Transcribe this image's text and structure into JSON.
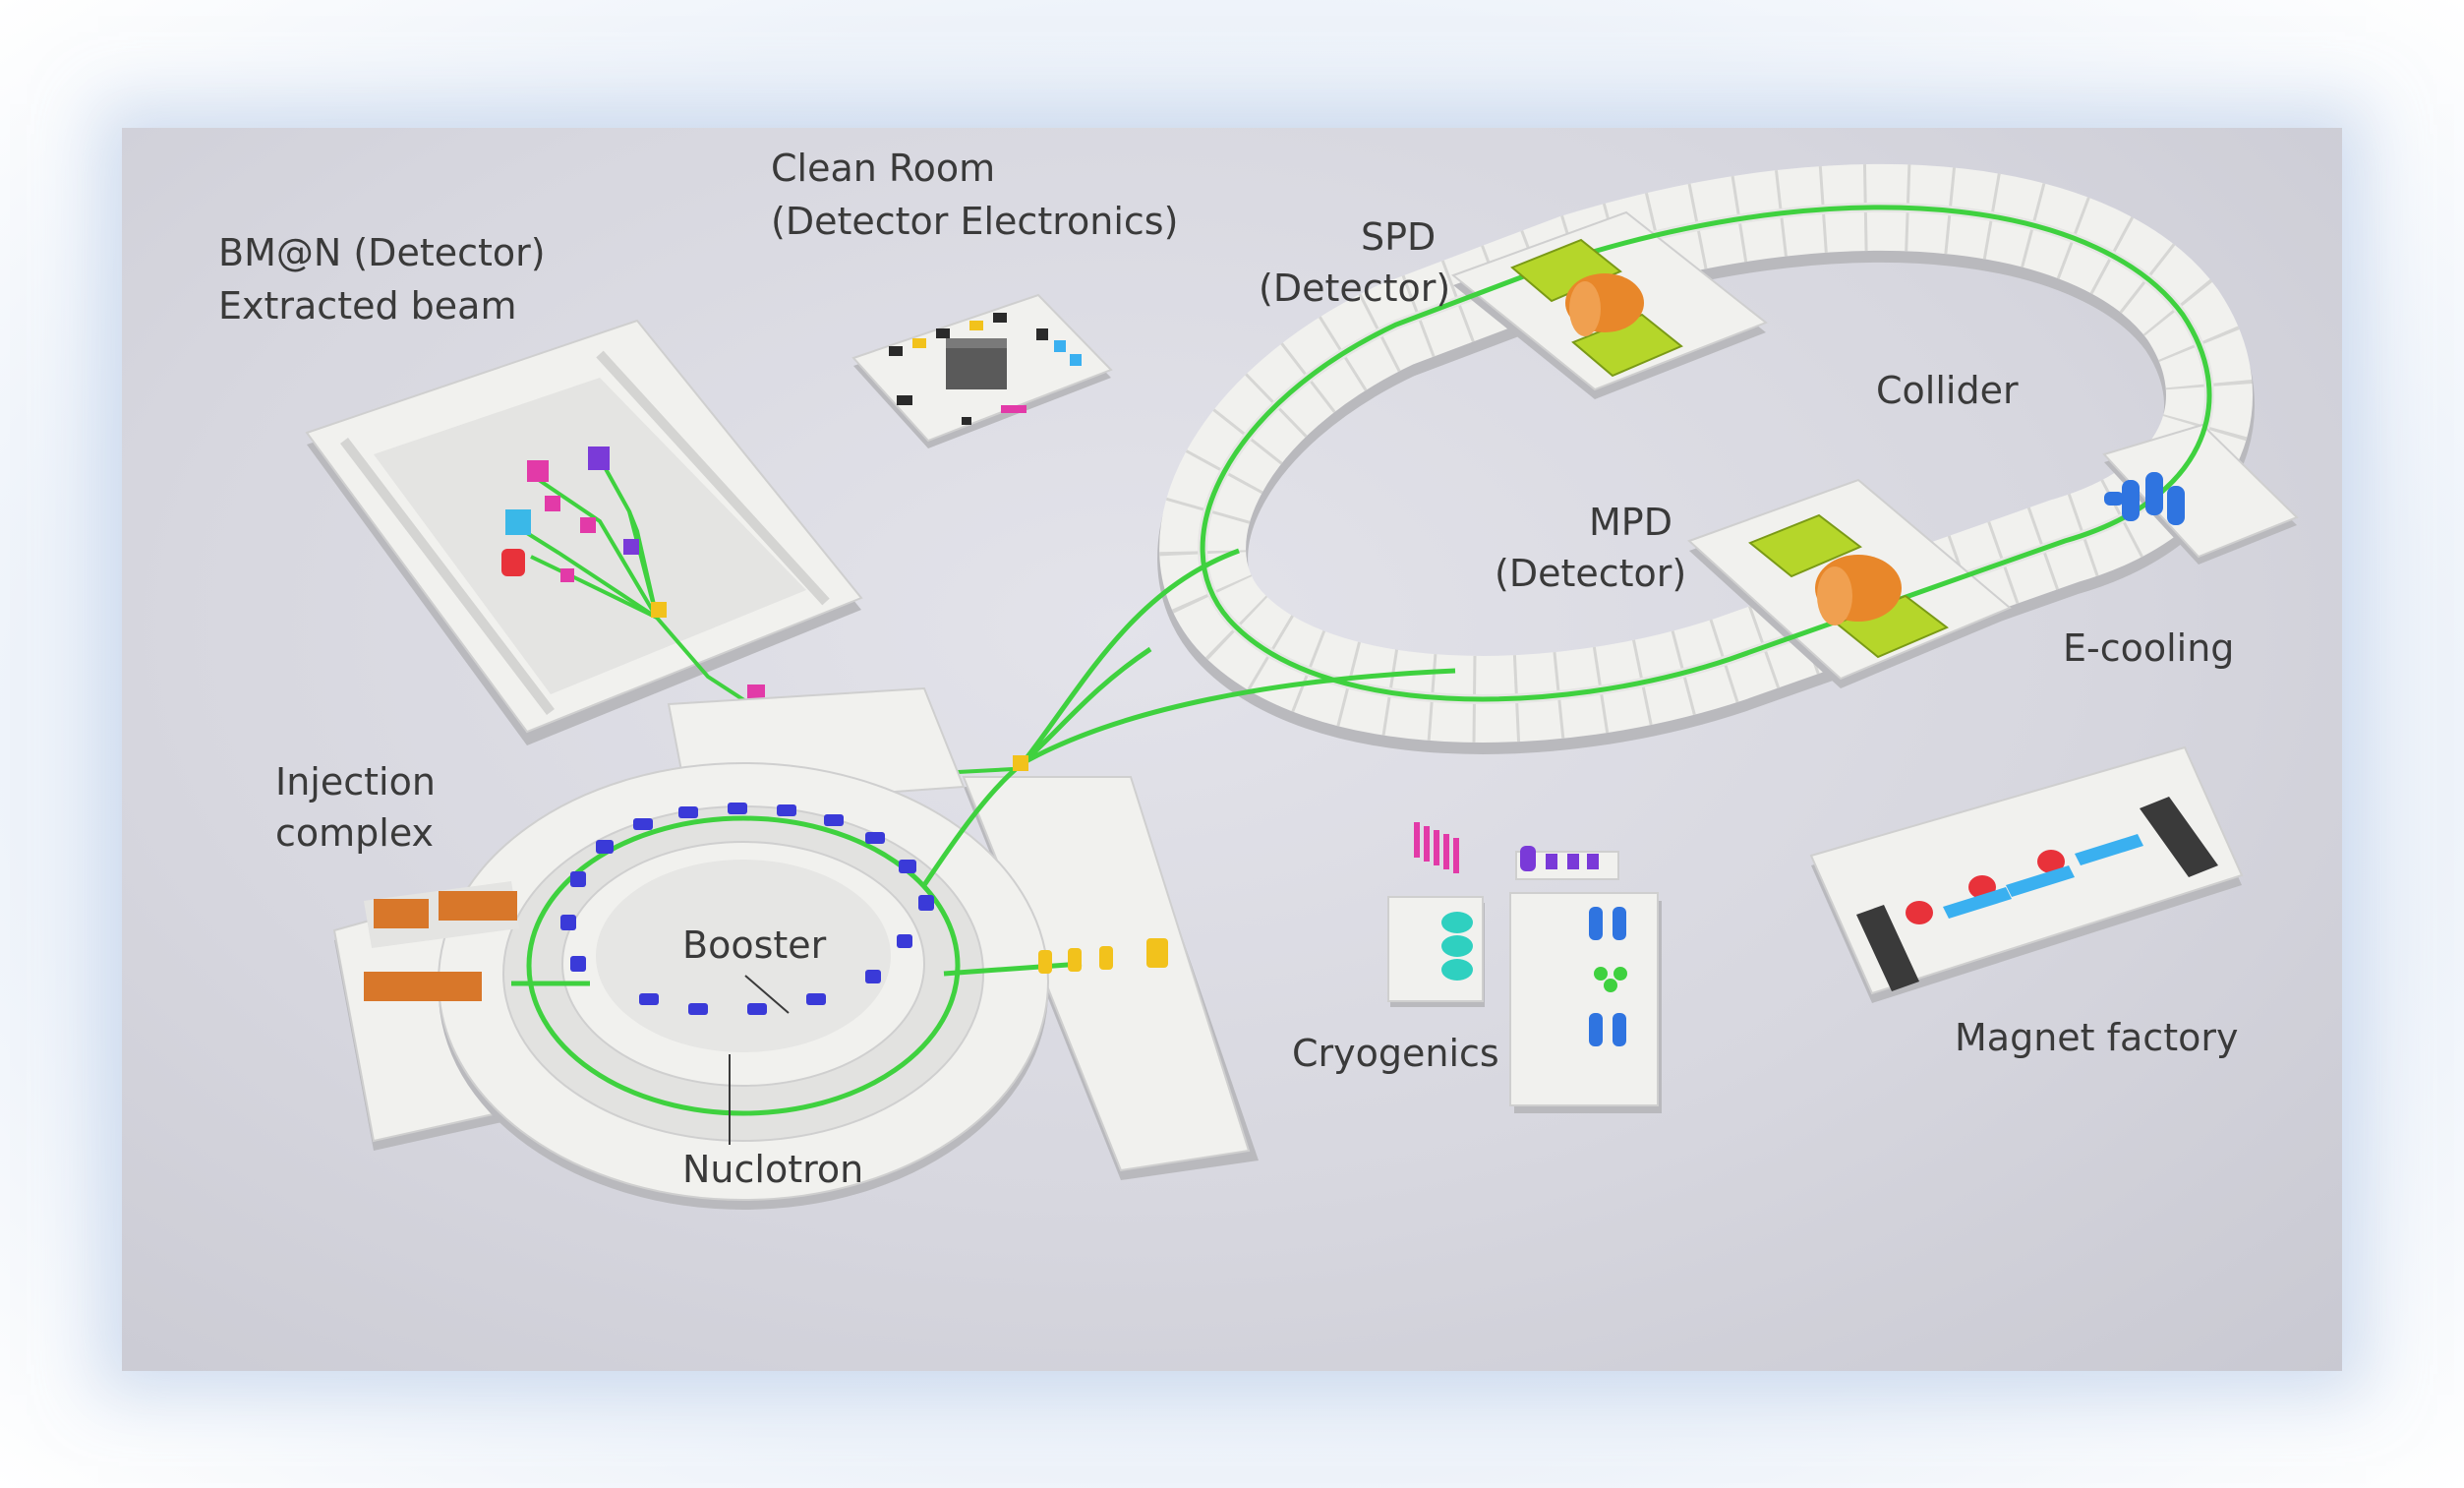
{
  "labels": {
    "bmn_line1": "BM@N (Detector)",
    "bmn_line2": "Extracted beam",
    "clean_line1": "Clean Room",
    "clean_line2": "(Detector Electronics)",
    "spd_line1": "SPD",
    "spd_line2": "(Detector)",
    "collider": "Collider",
    "mpd_line1": "MPD",
    "mpd_line2": "(Detector)",
    "ecooling": "E-cooling",
    "injection_line1": "Injection",
    "injection_line2": "complex",
    "booster": "Booster",
    "nuclotron": "Nuclotron",
    "cryogenics": "Cryogenics",
    "magnet_factory": "Magnet factory"
  },
  "colors": {
    "beam": "#3fd13f",
    "walls": "#f1f1ee",
    "wall_shadow": "#b9b9bd",
    "detector_frame": "#b5d62a",
    "detector_core": "#e8872a",
    "magnet_blue": "#3a3ad8",
    "cooling_blue": "#2f74e0",
    "orange_blocks": "#d8772a",
    "yellow": "#f2c21c",
    "magenta": "#e23aa8",
    "cyan": "#2fd0c0",
    "red": "#e8323a",
    "sky_blue": "#3ab0f0",
    "dark_block": "#3a3a3a"
  }
}
